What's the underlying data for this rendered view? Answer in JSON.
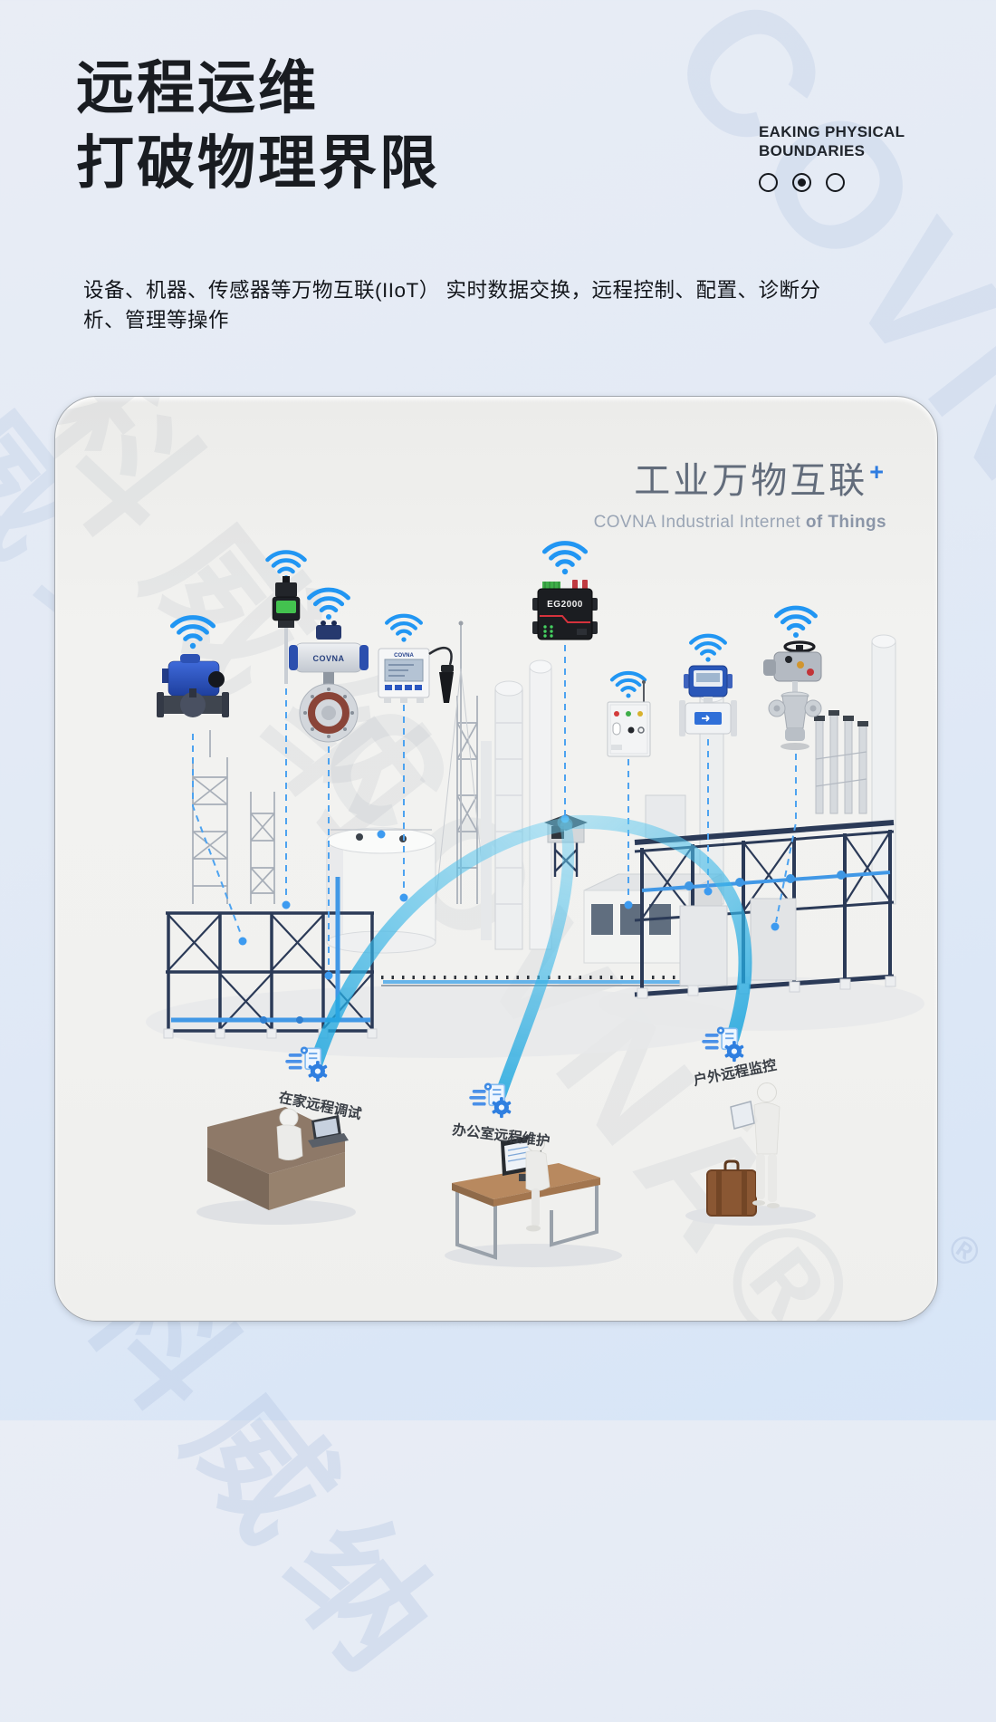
{
  "page": {
    "title_line1": "远程运维",
    "title_line2": "打破物理界限",
    "tagline_line1": "EAKING PHYSICAL",
    "tagline_line2": "BOUNDARIES",
    "description": "设备、机器、传感器等万物互联(IIoT） 实时数据交换，远程控制、配置、诊断分析、管理等操作",
    "pagination": {
      "count": 3,
      "active_index": 1
    }
  },
  "watermark": {
    "cn": "科威纳",
    "en": "COVNA",
    "reg": "®"
  },
  "card": {
    "title": "工业万物互联",
    "plus": "+",
    "subtitle": "COVNA Industrial Internet",
    "subtitle_bold": "of Things",
    "devices": [
      {
        "name": "electric-ball-valve",
        "label": ""
      },
      {
        "name": "pressure-transmitter",
        "label": ""
      },
      {
        "name": "pneumatic-butterfly-valve",
        "label": "COVNA"
      },
      {
        "name": "water-quality-controller",
        "label": "COVNA"
      },
      {
        "name": "iot-gateway",
        "label": "EG2000"
      },
      {
        "name": "control-cabinet",
        "label": ""
      },
      {
        "name": "electromagnetic-flowmeter",
        "label": ""
      },
      {
        "name": "electric-gate-valve",
        "label": ""
      }
    ],
    "scenes": [
      {
        "name": "home-remote-debugging",
        "label": "在家远程调试"
      },
      {
        "name": "office-remote-maintenance",
        "label": "办公室远程维护"
      },
      {
        "name": "outdoor-remote-monitoring",
        "label": "户外远程监控"
      }
    ],
    "colors": {
      "wifi_blue": "#2196f3",
      "arc_cyan": "#2fb4e9",
      "plus_blue": "#2e7ce0",
      "navy_structure": "#2b3a57",
      "pipe_blue": "#4198e6"
    }
  }
}
